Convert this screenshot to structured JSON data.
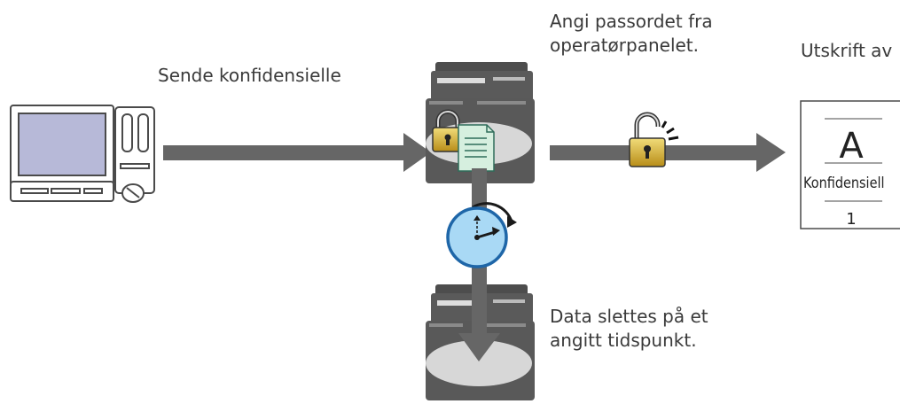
{
  "labels": {
    "send": "Sende konfidensielle",
    "password_line1": "Angi passordet fra",
    "password_line2": "operatørpanelet.",
    "delete_line1": "Data slettes på et",
    "delete_line2": "angitt tidspunkt.",
    "output": "Utskrift av"
  },
  "document": {
    "letter": "A",
    "caption": "Konfidensiell",
    "page_number": "1"
  },
  "icons": [
    "computer-icon",
    "printer-icon",
    "padlock-closed-icon",
    "document-icon",
    "clock-icon",
    "padlock-open-icon",
    "printed-document-icon"
  ],
  "colors": {
    "arrow": "#666666",
    "gold": "#c9a227",
    "clock_face": "#a9d9f5",
    "clock_border": "#1e66a8",
    "doc_green": "#d6efdf",
    "screen": "#b7b9d8"
  }
}
